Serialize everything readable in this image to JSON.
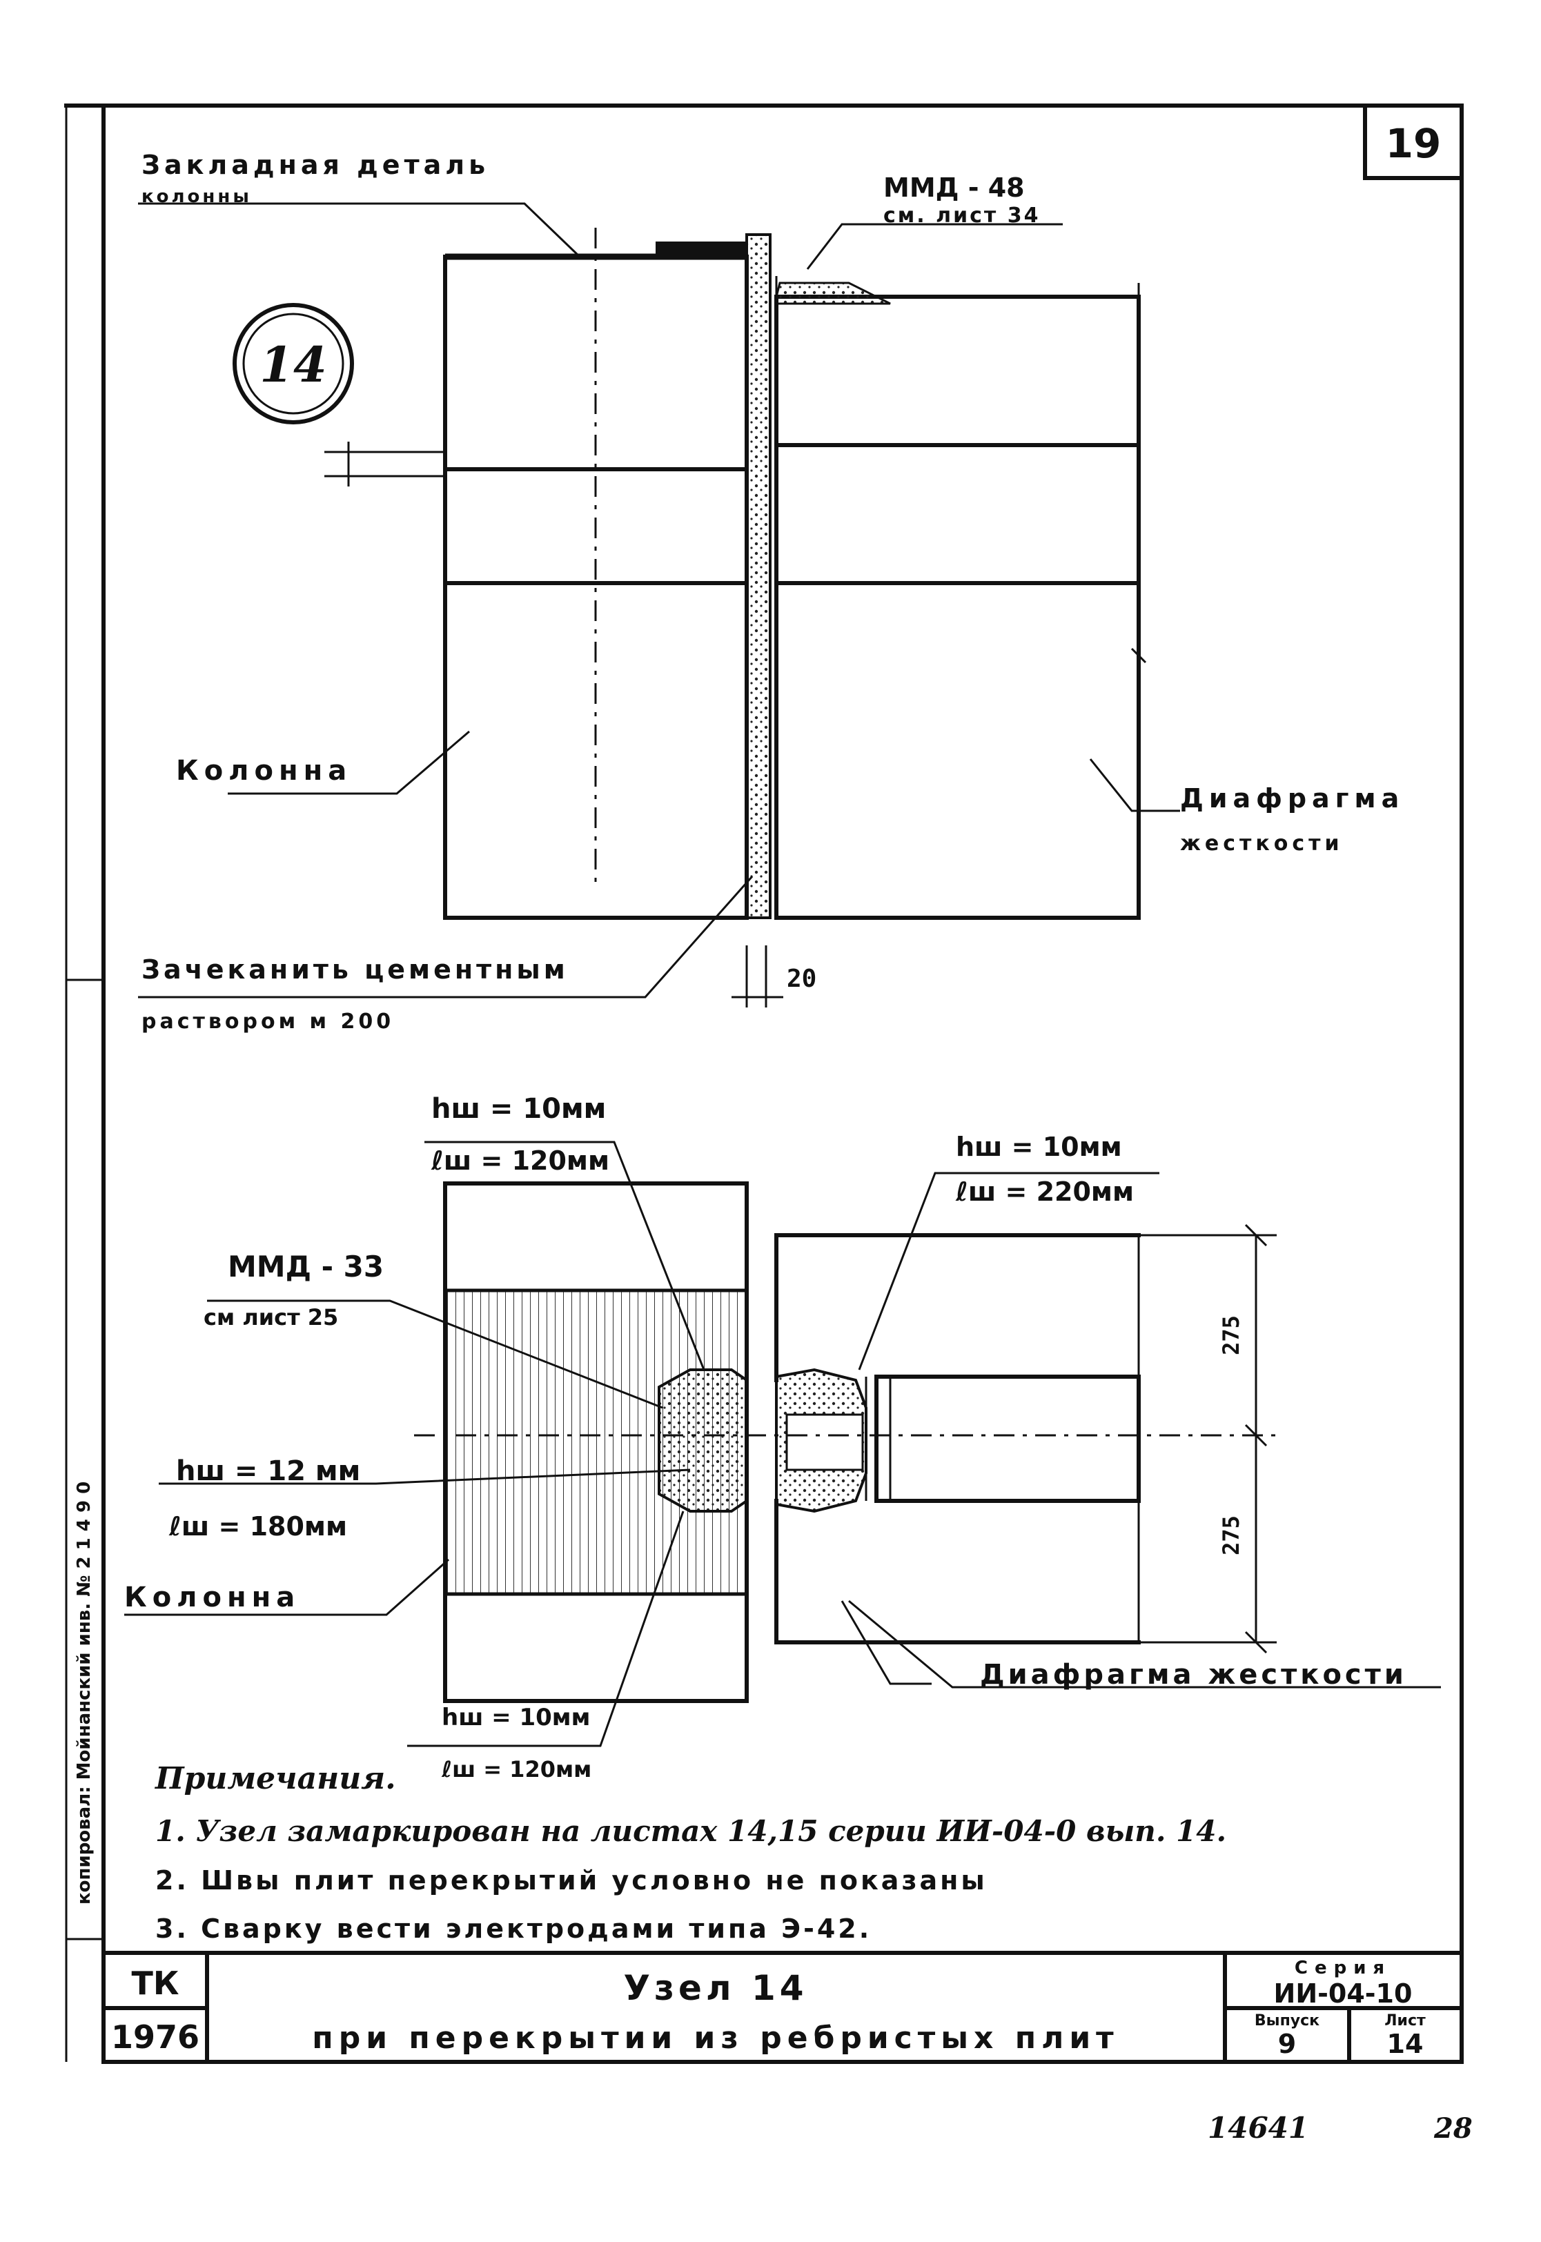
{
  "sheet_number": "19",
  "node_marker": "14",
  "top_view": {
    "embedded_part_line1": "Закладная деталь",
    "embedded_part_line2": "колонны",
    "weld_ref_line1": "ММД - 48",
    "weld_ref_line2": "см. лист 34",
    "column_label": "Колонна",
    "diaphragm_line1": "Диафрагма",
    "diaphragm_line2": "жесткости",
    "caulk_line1": "Зачеканить цементным",
    "caulk_line2": "раствором м 200",
    "gap_dim": "20"
  },
  "bottom_view": {
    "weld_top_left_h": "hш = 10мм",
    "weld_top_left_l": "ℓш = 120мм",
    "weld_top_right_h": "hш = 10мм",
    "weld_top_right_l": "ℓш = 220мм",
    "mmd_line1": "ММД - 33",
    "mmd_line2": "см лист 25",
    "weld_mid_h": "hш = 12 мм",
    "weld_mid_l": "ℓш = 180мм",
    "column_label": "Колонна",
    "diaphragm_label": "Диафрагма жесткости",
    "weld_bottom_h": "hш = 10мм",
    "weld_bottom_l": "ℓш = 120мм",
    "dim_upper": "275",
    "dim_lower": "275"
  },
  "notes": {
    "title": "Примечания.",
    "item1": "1. Узел замаркирован на листах 14,15 серии ИИ-04-0 вып. 14.",
    "item2": "2. Швы плит перекрытий условно не показаны",
    "item3": "3. Сварку вести электродами типа Э-42."
  },
  "title_block": {
    "org": "ТК",
    "year": "1976",
    "title_line1": "Узел 14",
    "title_line2": "при перекрытии из ребристых плит",
    "series_label": "Серия",
    "series_value": "ИИ-04-10",
    "issue_label": "Выпуск",
    "issue_value": "9",
    "sheet_label": "Лист",
    "sheet_value": "14"
  },
  "footer": {
    "inventory_number": "14641",
    "page_number": "28"
  },
  "margin_text": "копировал: Мойнанский инв. № 2 1 4 9 0"
}
